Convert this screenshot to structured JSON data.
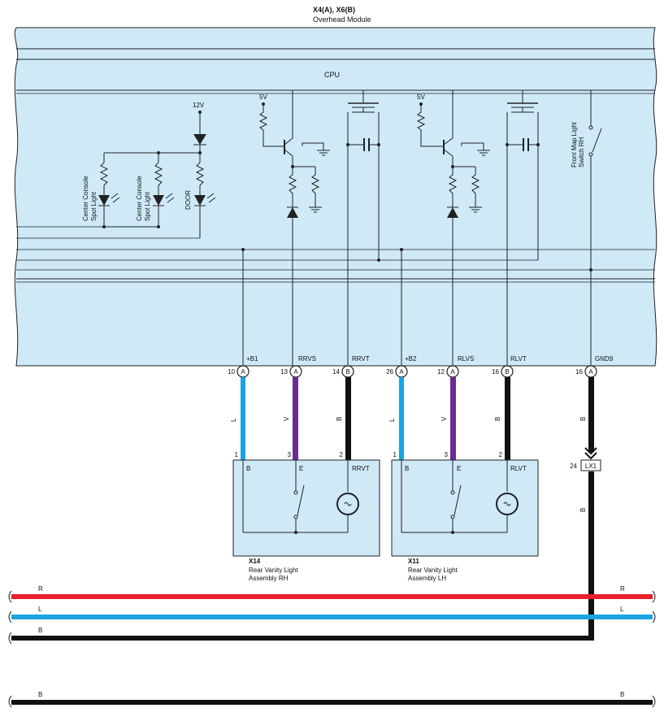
{
  "module": {
    "code": "X4(A), X6(B)",
    "name": "Overhead Module",
    "cpu_label": "CPU",
    "switch_label_1": "Front Map Light",
    "switch_label_2": "Switch RH"
  },
  "supplies": {
    "v12": "12V",
    "v5_left": "5V",
    "v5_right": "5V"
  },
  "lights": [
    {
      "line1": "Center Console",
      "line2": "Spot Light"
    },
    {
      "line1": "Center Console",
      "line2": "Spot Light"
    },
    {
      "line1": "DOOR",
      "line2": ""
    }
  ],
  "pins": [
    {
      "label": "+B1",
      "num": "10",
      "conn": "A",
      "color": "L",
      "hex": "#1aa3e0"
    },
    {
      "label": "RRVS",
      "num": "13",
      "conn": "A",
      "color": "V",
      "hex": "#6b2c91"
    },
    {
      "label": "RRVT",
      "num": "14",
      "conn": "B",
      "color": "B",
      "hex": "#111111"
    },
    {
      "label": "+B2",
      "num": "26",
      "conn": "A",
      "color": "L",
      "hex": "#1aa3e0"
    },
    {
      "label": "RLVS",
      "num": "12",
      "conn": "A",
      "color": "V",
      "hex": "#6b2c91"
    },
    {
      "label": "RLVT",
      "num": "16",
      "conn": "B",
      "color": "B",
      "hex": "#111111"
    },
    {
      "label": "GND9",
      "num": "16",
      "conn": "A",
      "color": "B",
      "hex": "#111111"
    }
  ],
  "assemblies": [
    {
      "code": "X14",
      "name1": "Rear Vanity Light",
      "name2": "Assembly RH",
      "pin_nums": [
        "1",
        "3",
        "2"
      ],
      "pin_labels": [
        "B",
        "E",
        "RRVT"
      ]
    },
    {
      "code": "X11",
      "name1": "Rear Vanity Light",
      "name2": "Assembly LH",
      "pin_nums": [
        "1",
        "3",
        "2"
      ],
      "pin_labels": [
        "B",
        "E",
        "RLVT"
      ]
    }
  ],
  "splice": {
    "num": "24",
    "label": "LX1",
    "wire_color": "B"
  },
  "buses": [
    {
      "color": "R",
      "hex": "#e8202a"
    },
    {
      "color": "L",
      "hex": "#1aa3e0"
    },
    {
      "color": "B",
      "hex": "#111111"
    },
    {
      "color": "B",
      "hex": "#111111"
    }
  ],
  "colors": {
    "module_fill": "#cfe9f7",
    "line": "#222222"
  }
}
